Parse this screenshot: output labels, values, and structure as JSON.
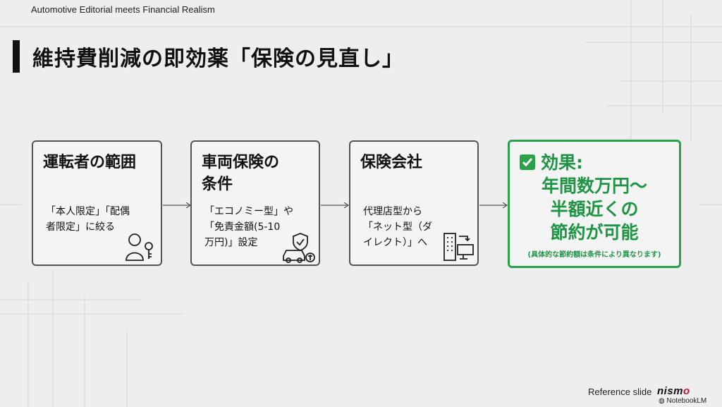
{
  "header": {
    "label": "Automotive Editorial meets Financial Realism"
  },
  "title": "維持費削減の即効薬「保険の見直し」",
  "cards": [
    {
      "title_lines": [
        "運転者の範囲"
      ],
      "body_lines": [
        "「本人限定」「配偶",
        "者限定」に絞る"
      ],
      "icon": "driver-with-key-icon"
    },
    {
      "title_lines": [
        "車両保険の",
        "条件"
      ],
      "body_lines": [
        "「エコノミー型」や",
        "「免責金額(5-10",
        "万円)」設定"
      ],
      "icon": "car-shield-coin-icon"
    },
    {
      "title_lines": [
        "保険会社"
      ],
      "body_lines": [
        "代理店型から",
        "「ネット型（ダ",
        "イレクト）」へ"
      ],
      "icon": "office-to-computer-icon"
    }
  ],
  "result": {
    "head": "効果:",
    "lines": [
      "年間数万円〜",
      "半額近くの",
      "節約が可能"
    ],
    "note": "(具体的な節約額は条件により異なります)",
    "icon": "check-icon",
    "accent": "#2aa24a"
  },
  "footer": {
    "reference": "Reference slide",
    "brand_pre": "nism",
    "brand_o": "o",
    "notebook": "NotebookLM"
  }
}
